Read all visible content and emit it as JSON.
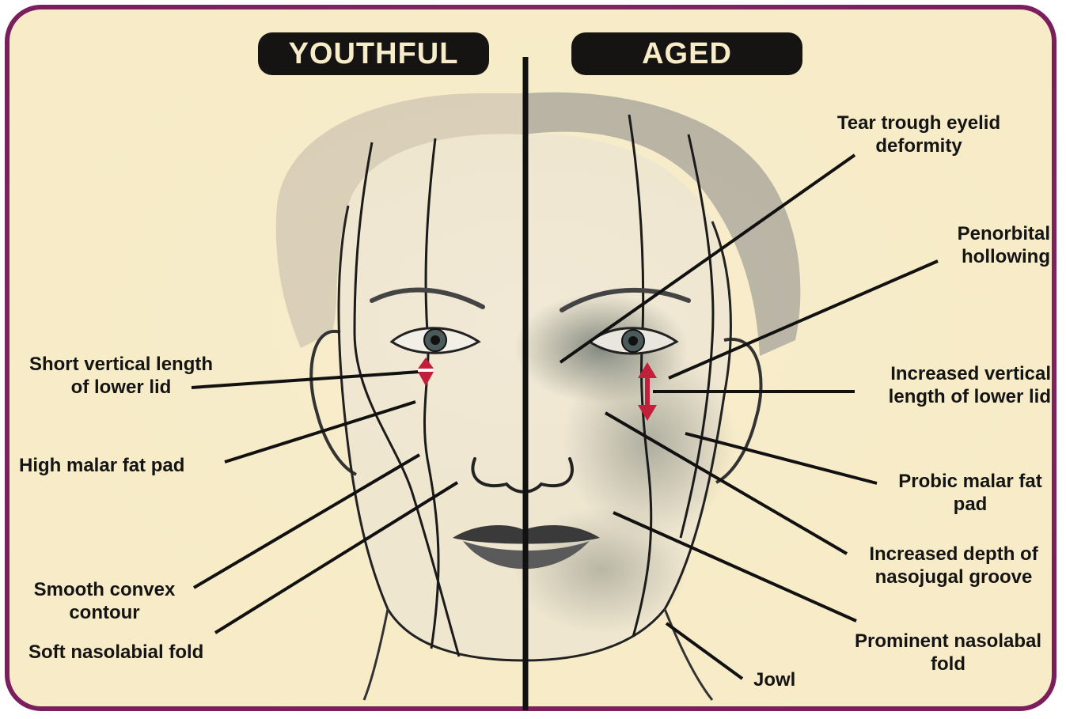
{
  "headers": {
    "youthful": "YOUTHFUL",
    "aged": "AGED"
  },
  "labels": {
    "short_vertical_length": [
      "Short vertical length",
      "of lower lid"
    ],
    "high_malar_fat_pad": [
      "High malar fat pad"
    ],
    "smooth_convex_contour": [
      "Smooth convex",
      "contour"
    ],
    "soft_nasolabial_fold": [
      "Soft nasolabial fold"
    ],
    "tear_trough": [
      "Tear trough eyelid",
      "deformity"
    ],
    "periorbital_hollowing": [
      "Penorbital",
      "hollowing"
    ],
    "increased_vertical_length": [
      "Increased vertical",
      "length of lower lid"
    ],
    "ptotic_malar_fat_pad": [
      "Probic malar fat",
      "pad"
    ],
    "nasojugal_groove": [
      "Increased depth of",
      "nasojugal groove"
    ],
    "prominent_nasolabial_fold": [
      "Prominent nasolabal",
      "fold"
    ],
    "jowl": [
      "Jowl"
    ]
  },
  "colors": {
    "frame": "#7b1e5e",
    "background": "#f8ecc8",
    "header_bg": "#161412",
    "arrow": "#c21f3a",
    "ink": "#141414"
  }
}
